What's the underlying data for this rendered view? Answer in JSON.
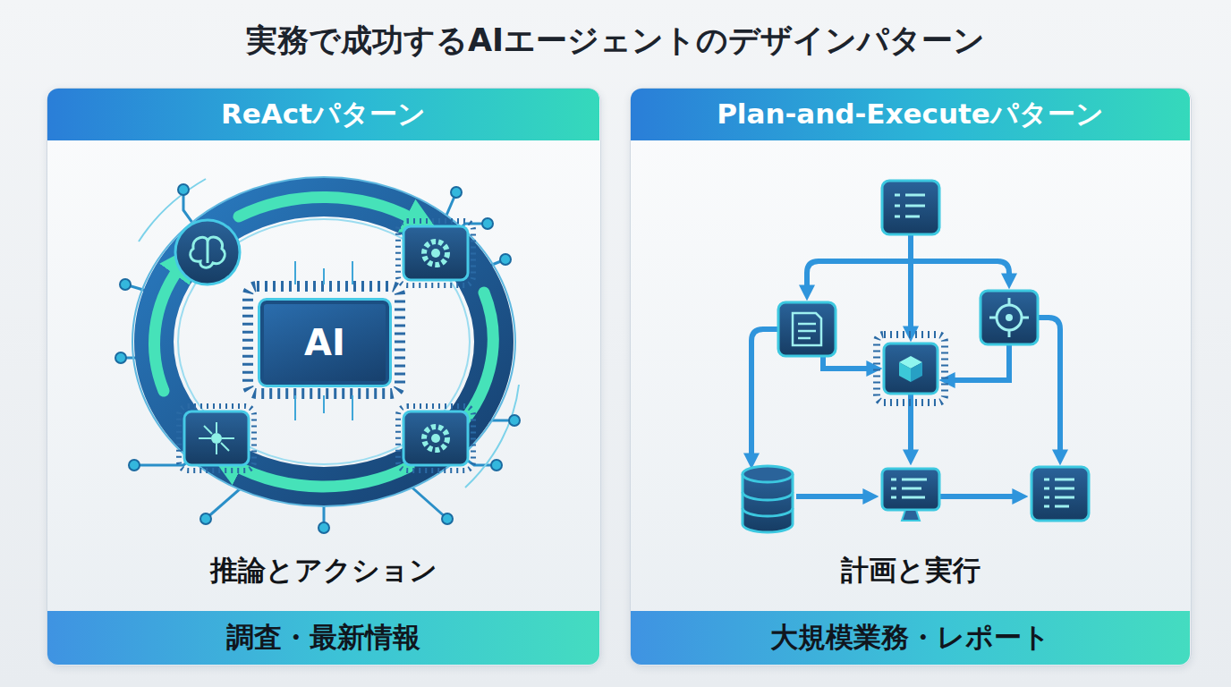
{
  "diagram": {
    "title": "実務で成功するAIエージェントのデザインパターン",
    "nodes": [
      {
        "text": [
          "推論とアクション"
        ]
      },
      {
        "text": [
          "ReActパターン"
        ],
        "in": 0
      },
      {
        "text": [
          "AI"
        ],
        "in": 0
      },
      {
        "text": [
          "調査・最新情報"
        ],
        "in": 0
      },
      {
        "text": [
          "計画と実行"
        ]
      },
      {
        "text": [
          "Plan-and-Executeパターン"
        ],
        "in": 4
      },
      {
        "text": [
          "大規模業務・レポート"
        ],
        "in": 4
      }
    ]
  }
}
